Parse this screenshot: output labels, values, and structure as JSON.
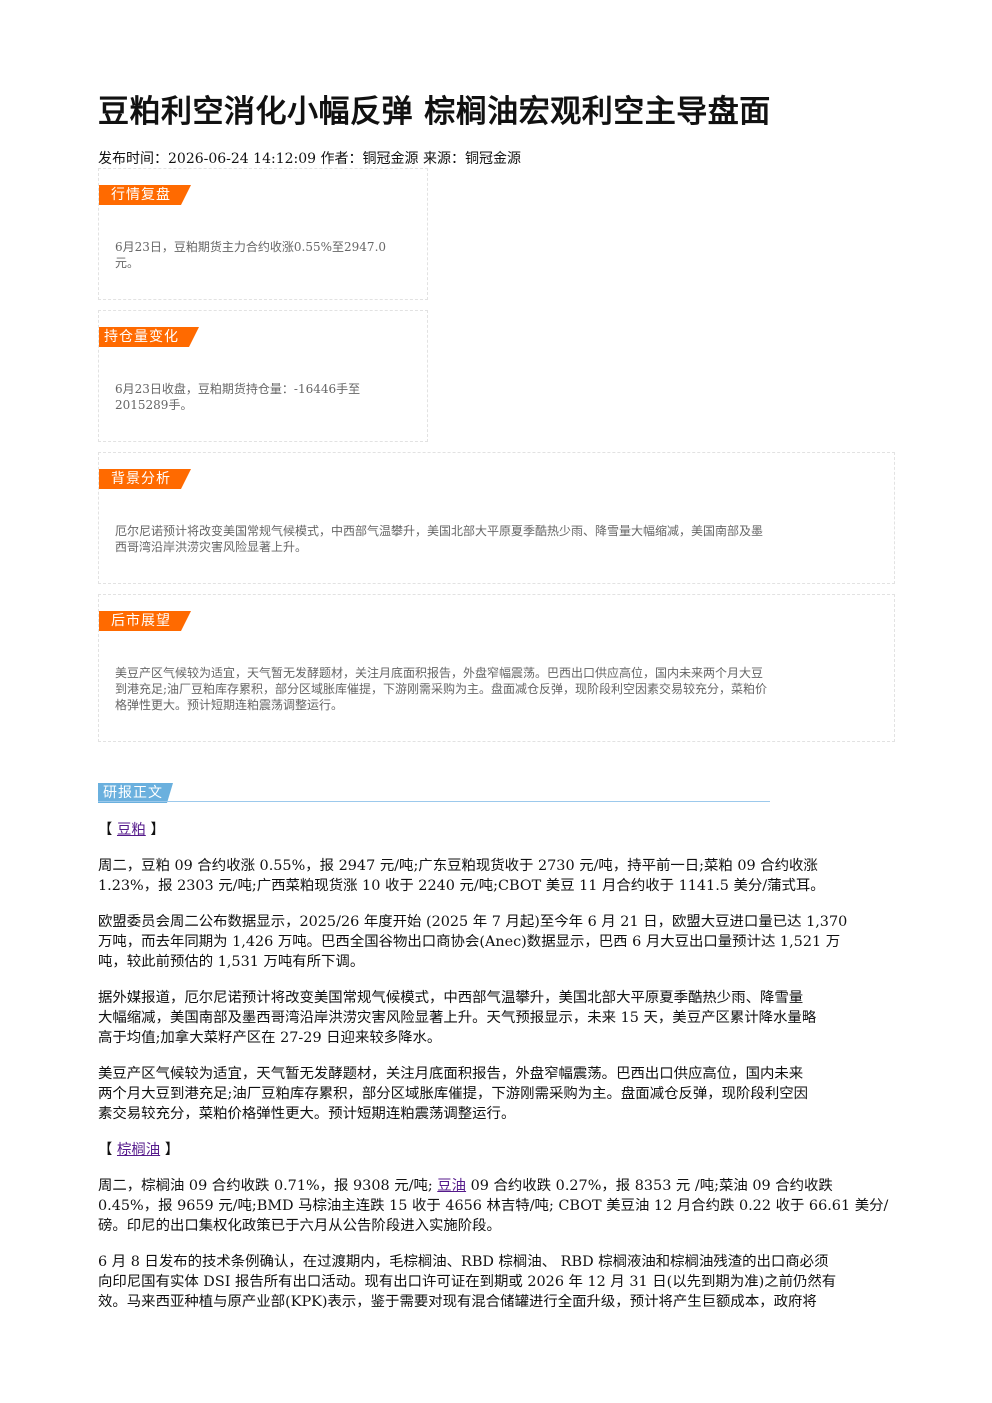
{
  "article": {
    "title": "豆粕利空消化小幅反弹 棕榈油宏观利空主导盘面",
    "meta": "发布时间：2026-06-24 14:12:09 作者：铜冠金源 来源：铜冠金源"
  },
  "sections": [
    {
      "tag": "行情复盘",
      "lines": [
        "6月23日，豆粕期货主力合约收涨0.55%至2947.0",
        "元。"
      ]
    },
    {
      "tag": "持仓量变化",
      "lines": [
        "6月23日收盘，豆粕期货持仓量：-16446手至",
        "2015289手。"
      ]
    },
    {
      "tag": "背景分析",
      "lines": [
        "厄尔尼诺预计将改变美国常规气候模式，中西部气温攀升，美国北部大平原夏季酷热少雨、降雪量大幅缩减，美国南部及墨",
        "西哥湾沿岸洪涝灾害风险显著上升。"
      ]
    },
    {
      "tag": "后市展望",
      "lines": [
        "美豆产区气候较为适宜，天气暂无发酵题材，关注月底面积报告，外盘窄幅震荡。巴西出口供应高位，国内未来两个月大豆",
        "到港充足;油厂豆粕库存累积，部分区域胀库催提，下游刚需采购为主。盘面减仓反弹，现阶段利空因素交易较充分，菜粕价",
        "格弹性更大。预计短期连粕震荡调整运行。"
      ]
    }
  ],
  "report": {
    "tag": "研报正文",
    "soymeal": {
      "bracket_open": "【",
      "link": "豆粕",
      "bracket_close": "】",
      "p1": [
        "周二，豆粕 09 合约收涨 0.55%，报 2947 元/吨;广东豆粕现货收于 2730 元/吨，持平前一日;菜粕 09 合约收涨",
        "1.23%，报 2303 元/吨;广西菜粕现货涨 10 收于 2240 元/吨;CBOT 美豆 11 月合约收于 1141.5 美分/蒲式耳。"
      ],
      "p2": [
        "欧盟委员会周二公布数据显示，2025/26 年度开始 (2025 年 7 月起)至今年 6 月 21 日，欧盟大豆进口量已达 1,370",
        "万吨，而去年同期为 1,426 万吨。巴西全国谷物出口商协会(Anec)数据显示，巴西 6 月大豆出口量预计达 1,521 万",
        "吨，较此前预估的 1,531 万吨有所下调。"
      ],
      "p3": [
        "据外媒报道，厄尔尼诺预计将改变美国常规气候模式，中西部气温攀升，美国北部大平原夏季酷热少雨、降雪量",
        "大幅缩减，美国南部及墨西哥湾沿岸洪涝灾害风险显著上升。天气预报显示，未来 15 天，美豆产区累计降水量略",
        "高于均值;加拿大菜籽产区在 27-29 日迎来较多降水。"
      ],
      "p4": [
        "美豆产区气候较为适宜，天气暂无发酵题材，关注月底面积报告，外盘窄幅震荡。巴西出口供应高位，国内未来",
        "两个月大豆到港充足;油厂豆粕库存累积，部分区域胀库催提，下游刚需采购为主。盘面减仓反弹，现阶段利空因",
        "素交易较充分，菜粕价格弹性更大。预计短期连粕震荡调整运行。"
      ]
    },
    "palm": {
      "bracket_open": "【",
      "link": "棕榈油",
      "bracket_close": "】",
      "p1_a": "周二，棕榈油 09 合约收跌 0.71%，报 9308 元/吨; ",
      "p1_link": "豆油",
      "p1_b": " 09 合约收跌 0.27%，报 8353 元 /吨;菜油 09 合约收跌",
      "p1_l2": "0.45%，报 9659 元/吨;BMD 马棕油主连跌 15 收于 4656 林吉特/吨; CBOT 美豆油 12 月合约跌 0.22 收于 66.61 美分/",
      "p1_l3": "磅。印尼的出口集权化政策已于六月从公告阶段进入实施阶段。",
      "p2": [
        "6 月 8 日发布的技术条例确认，在过渡期内，毛棕榈油、RBD 棕榈油、 RBD 棕榈液油和棕榈油残渣的出口商必须",
        "向印尼国有实体 DSI 报告所有出口活动。现有出口许可证在到期或 2026 年 12 月 31 日(以先到期为准)之前仍然有",
        "效。马来西亚种植与原产业部(KPK)表示，鉴于需要对现有混合储罐进行全面升级，预计将产生巨额成本，政府将"
      ]
    }
  }
}
